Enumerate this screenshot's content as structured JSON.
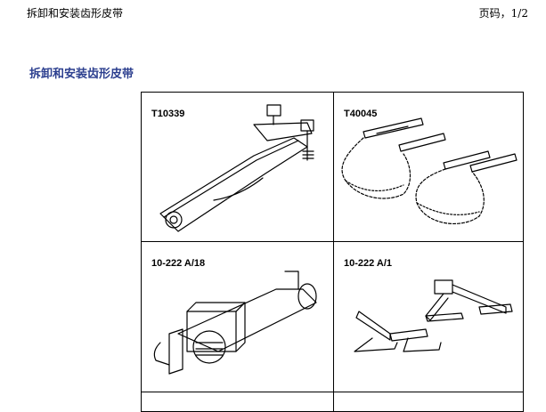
{
  "header": {
    "title": "拆卸和安装齿形皮带",
    "page": "页码，1/2"
  },
  "section_title": "拆卸和安装齿形皮带",
  "tools": [
    {
      "label": "T10339",
      "icon": "counterhold-wrench-icon"
    },
    {
      "label": "T40045",
      "icon": "locking-chain-icon"
    },
    {
      "label": "10-222 A/18",
      "icon": "adapter-bracket-icon"
    },
    {
      "label": "10-222 A/1",
      "icon": "support-feet-icon"
    }
  ]
}
